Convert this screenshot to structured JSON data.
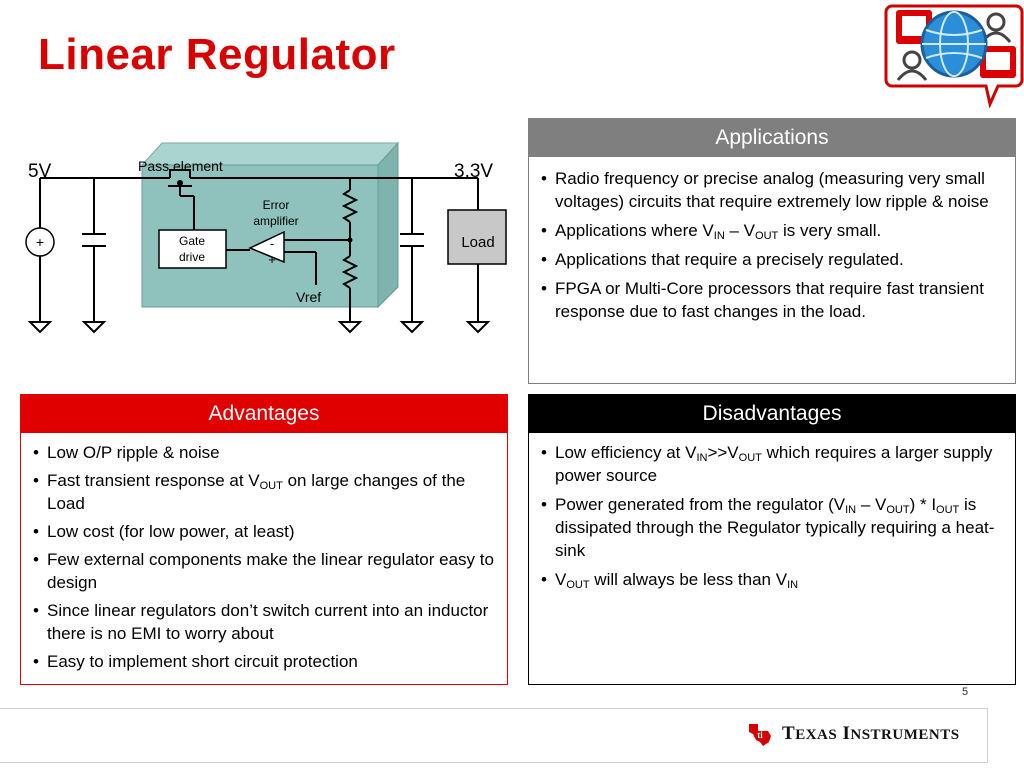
{
  "slide": {
    "title": "Linear Regulator",
    "page_number": "5"
  },
  "circuit": {
    "input_voltage": "5V",
    "output_voltage": "3.3V",
    "pass_element_label": "Pass element",
    "error_amplifier_label_1": "Error",
    "error_amplifier_label_2": "amplifier",
    "gate_drive_label_1": "Gate",
    "gate_drive_label_2": "drive",
    "load_label": "Load",
    "vref_label": "Vref",
    "source_plus": "+",
    "opamp_minus": "-",
    "opamp_plus": "+"
  },
  "applications": {
    "header": "Applications",
    "items": [
      {
        "text": "Radio frequency or precise analog (measuring very small voltages) circuits that require extremely low ripple & noise"
      },
      {
        "pre": "Applications where V",
        "sub1": "IN",
        "mid": " – V",
        "sub2": "OUT",
        "post": " is very small."
      },
      {
        "text": "Applications that require a precisely regulated."
      },
      {
        "text": "FPGA or Multi-Core processors that require fast transient response due to fast changes in the load."
      }
    ]
  },
  "advantages": {
    "header": "Advantages",
    "items": [
      {
        "text": "Low O/P ripple & noise"
      },
      {
        "pre": "Fast transient response at V",
        "sub1": "OUT",
        "post": " on large changes of the Load"
      },
      {
        "text": "Low cost (for low power, at least)"
      },
      {
        "text": "Few external components make the linear regulator easy to design"
      },
      {
        "text": "Since linear regulators don’t  switch current  into an inductor  there is no EMI to worry about"
      },
      {
        "text": "Easy to implement short circuit protection"
      }
    ]
  },
  "disadvantages": {
    "header": "Disadvantages",
    "items": [
      {
        "pre": "Low efficiency at V",
        "sub1": "IN",
        "mid": ">>V",
        "sub2": "OUT",
        "post": " which requires a larger supply power source"
      },
      {
        "pre": "Power generated from the regulator (V",
        "sub1": "IN",
        "mid": " – V",
        "sub2": "OUT",
        "mid2": ") * I",
        "sub3": "OUT",
        "post": " is dissipated through the Regulator typically requiring a heat-sink"
      },
      {
        "pre": "V",
        "sub1": "OUT",
        "post": " will always be less than V",
        "sub2": "IN"
      }
    ]
  },
  "footer": {
    "brand_word_1_initial": "T",
    "brand_word_1_rest": "EXAS",
    "brand_word_2_initial": "I",
    "brand_word_2_rest": "NSTRUMENTS"
  },
  "colors": {
    "title": "#d90000",
    "applications_header": "#7f7f7f",
    "advantages_header": "#e00000",
    "disadvantages_header": "#000000",
    "regulator_block": "#8fc2bd",
    "ti_logo_red": "#d50000"
  },
  "icons": {
    "header_logo": "connected-globe-people-icon",
    "ti_logo": "texas-state-icon"
  }
}
